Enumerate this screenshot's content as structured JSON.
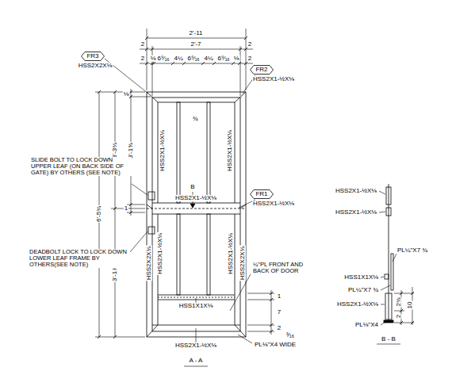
{
  "diagram": {
    "nodes": [
      {
        "text": [
          "FR3"
        ]
      },
      {
        "text": [
          "FR2"
        ]
      },
      {
        "text": [
          "FR1"
        ]
      }
    ],
    "labels": [
      "2'-11",
      "2",
      "2'-7",
      "2",
      "2",
      "⅛",
      "6⁹⁄₁₆",
      "4¼",
      "6⁹⁄₁₆",
      "4¼",
      "6⁹⁄₁₆",
      "⅛",
      "2",
      "HSS2X2X⅛",
      "HSS2X1-½X⅛",
      "6'-5¾",
      "3'-3¾",
      "3'-1⅞",
      "⅛",
      "3'-1⅝",
      "1",
      "SLIDE BOLT TO LOCK DOWN UPPER LEAF (ON BACK SIDE OF GATE) BY OTHERS (SEE NOTE)",
      "DEADBOLT LOCK TO LOCK DOWN LOWER LEAF FRAME BY OTHERS(SEE NOTE)",
      "HSS2X1-½X⅛",
      "¾",
      "HSS2X1-½X⅛",
      "B",
      "HSS2X1-½X⅛",
      "HSS2X1-½X⅛",
      "HSS2X2X⅛",
      "HSS2X1-½X⅛",
      "HSS2X1-½X⅛",
      "HSS2X2X⅛",
      "¼\"PL FRONT AND BACK OF DOOR",
      "HSS1X1X⅛",
      "1",
      "7",
      "2",
      "³⁄₁₆",
      "HSS2X1-½X⅛",
      "PL⅛\"X4 WIDE",
      "A - A",
      "HSS2X1-½X⅛",
      "HSS2X1-½X⅛",
      "PL¼\"X7 ¾",
      "HSS1X1X⅛",
      "PL¼\"X7 ¾",
      "HSS2X1-½X⅛",
      "PL⅛\"X4",
      "2¾",
      "10",
      "2",
      "B - B"
    ]
  }
}
